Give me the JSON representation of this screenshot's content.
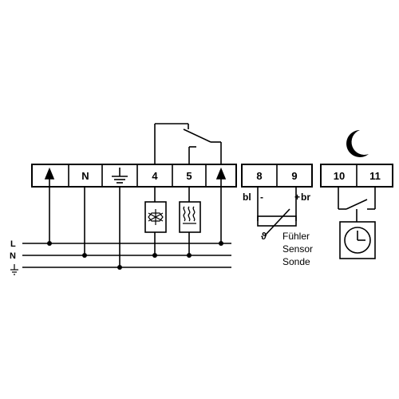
{
  "terminals": {
    "block1": [
      "N",
      "4",
      "5"
    ],
    "block2": [
      "8",
      "9"
    ],
    "block3": [
      "10",
      "11"
    ]
  },
  "bus_labels": {
    "L": "L",
    "N": "N"
  },
  "sensor": {
    "minus": "-",
    "plus": "+",
    "left_wire": "bl",
    "right_wire": "br",
    "theta": "ϑ",
    "name_de": "Fühler",
    "name_en": "Sensor",
    "name_fr": "Sonde"
  },
  "icons": [
    "earth-ground-icon",
    "snowflake-icon",
    "heat-waves-icon",
    "arrow-up-icon",
    "moon-icon",
    "clock-icon",
    "switch-icon"
  ]
}
